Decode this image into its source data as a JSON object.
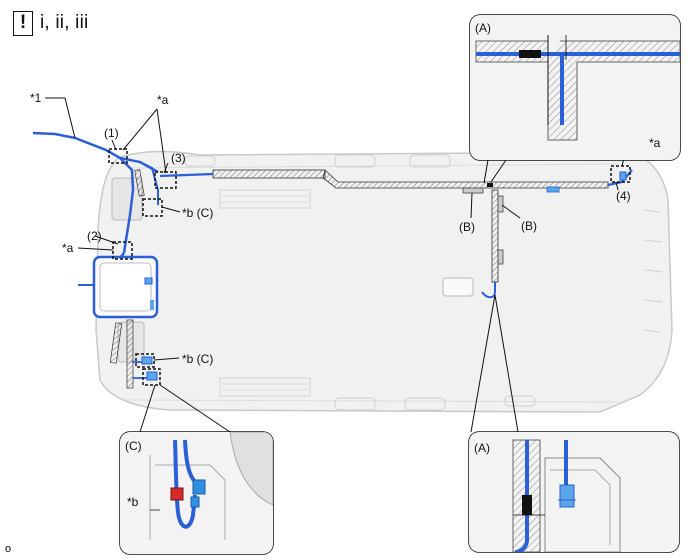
{
  "header": {
    "caution_icon": "!",
    "steps_text": "i, ii, iii"
  },
  "callouts": {
    "part1": "*1",
    "point_a_left_top": "*a",
    "point_a_left_mid": "*a",
    "point_a_right": "*a",
    "point_b_upper": "*b (C)",
    "point_b_lower": "*b (C)",
    "loc1": "(1)",
    "loc2": "(2)",
    "loc3": "(3)",
    "loc4": "(4)",
    "clip_b_left": "(B)",
    "clip_b_right": "(B)"
  },
  "detail_views": {
    "top_right_label": "(A)",
    "bottom_right_label": "(A)",
    "bottom_left_label": "(C)",
    "bottom_left_marker": "*b"
  },
  "footer": {
    "code": "o"
  },
  "colors": {
    "harness": "#2a5fd6",
    "harness_light": "#5aa6e8",
    "tape": "#111111",
    "connector_red": "#d42a2a",
    "connector_blue": "#2f8fe0",
    "roof_fill": "#f1f1f1",
    "roof_stroke": "#c9c9c9",
    "hatch": "#8a8a8a"
  }
}
